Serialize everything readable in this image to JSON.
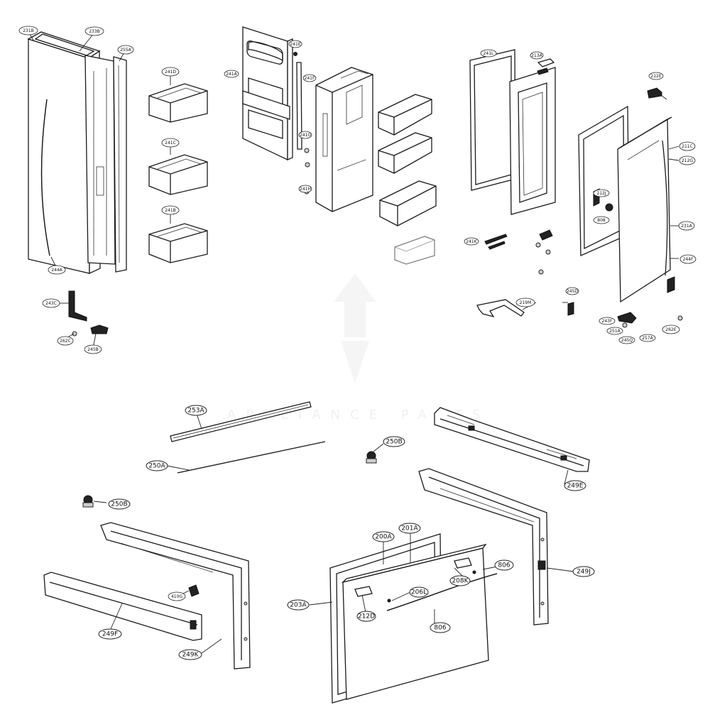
{
  "watermark": "APPLIANCE PARTS",
  "callouts": {
    "top_left_door": [
      "231B",
      "233B",
      "255A",
      "241D",
      "241C",
      "241B",
      "244A",
      "243C",
      "262C",
      "245B"
    ],
    "top_middle_door": [
      "241A",
      "241E",
      "241F",
      "241G",
      "241H"
    ],
    "top_right_door": [
      "241L",
      "213A",
      "212E",
      "211C",
      "212G",
      "231A",
      "244F",
      "212J",
      "808",
      "241K",
      "219M",
      "245D",
      "262E",
      "243F",
      "251A",
      "245Q",
      "257A"
    ],
    "bottom_drawer": [
      "253A",
      "250A",
      "250B",
      "250B",
      "249E",
      "249J",
      "249F",
      "249K",
      "410G",
      "200A",
      "201A",
      "203A",
      "806",
      "208K",
      "206L",
      "212D",
      "806"
    ]
  }
}
